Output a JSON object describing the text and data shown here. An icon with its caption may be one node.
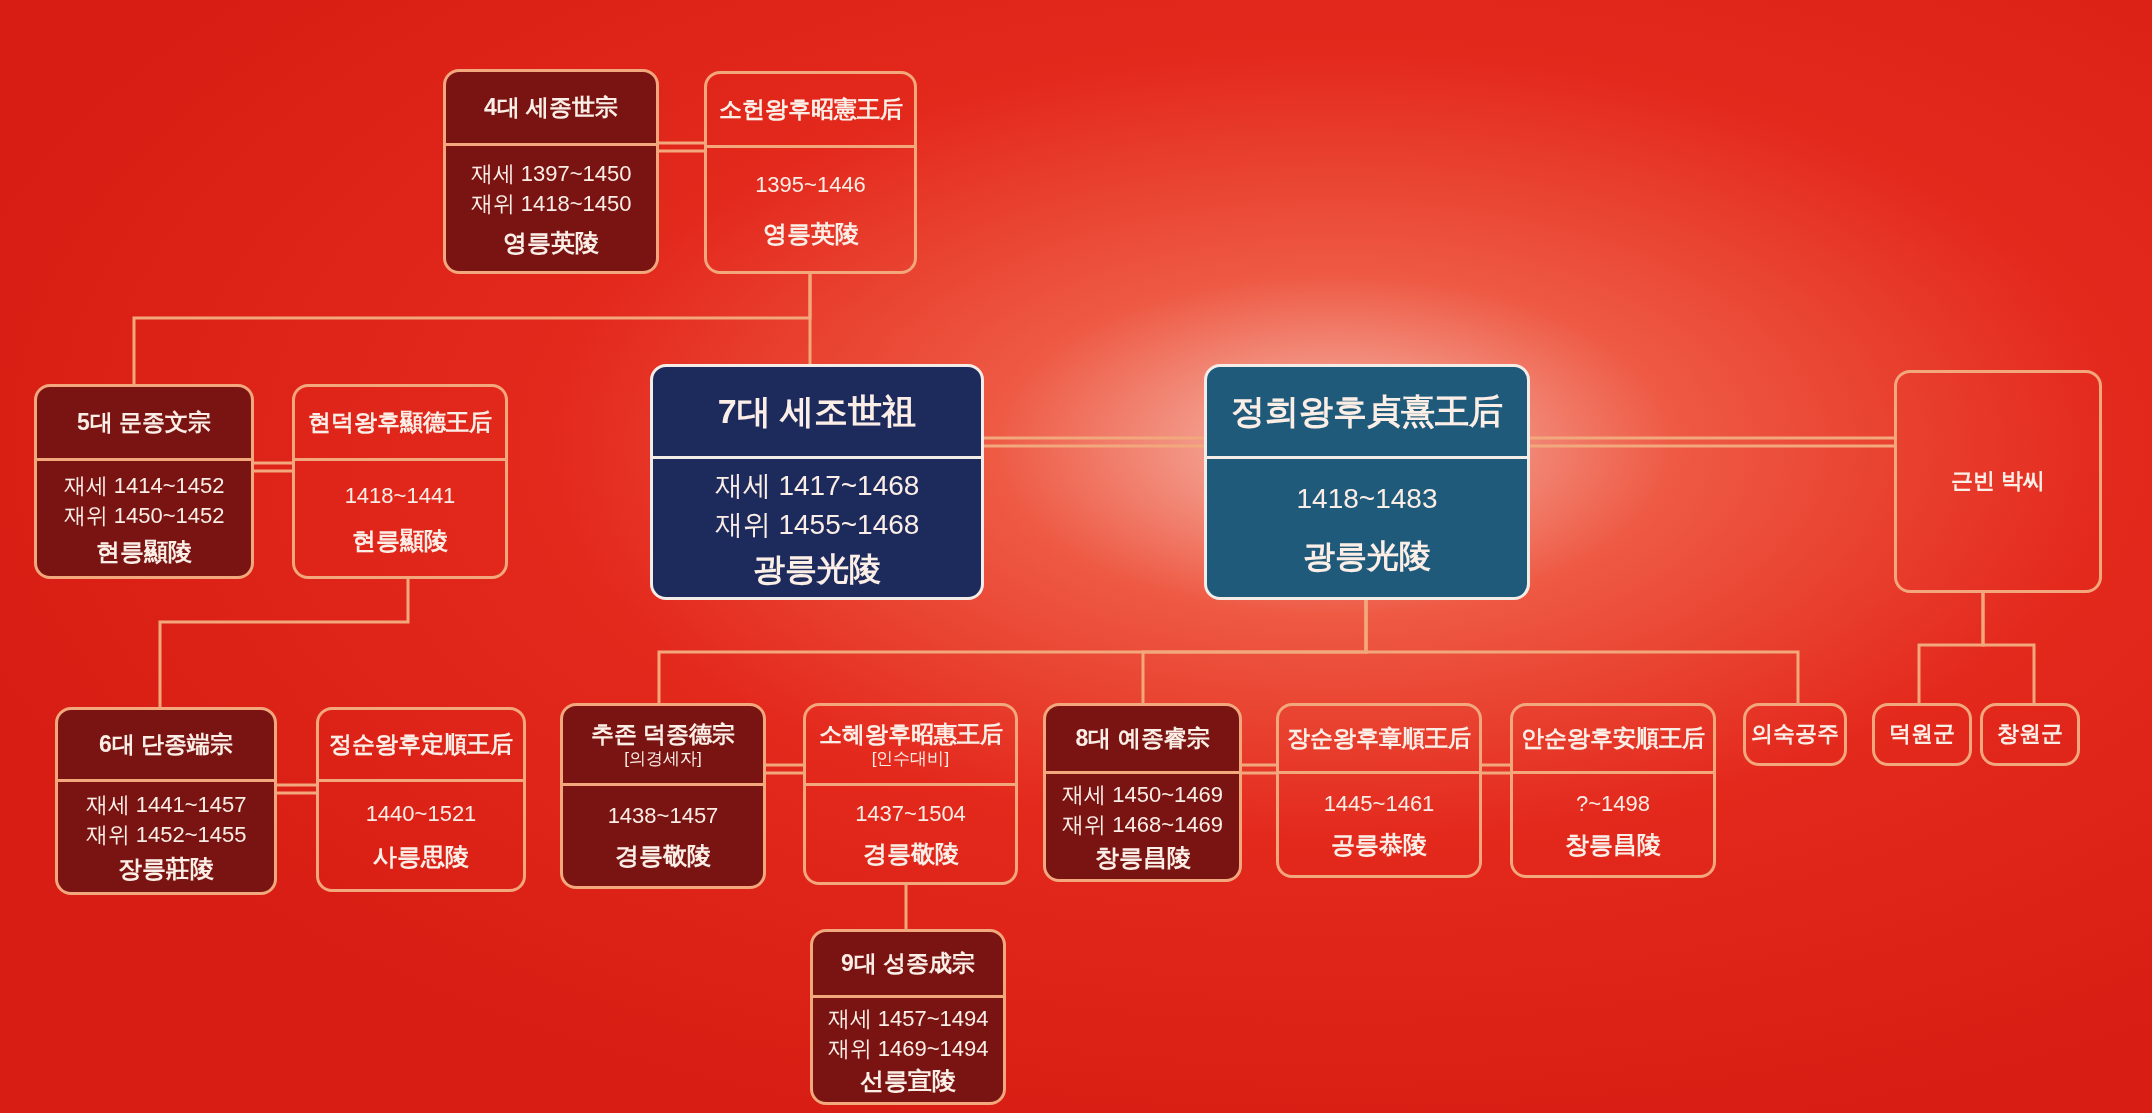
{
  "diagram": {
    "nodes": [
      {
        "text": [
          "4대 세종世宗",
          "재세 1397~1450",
          "재위 1418~1450",
          "영릉英陵"
        ]
      },
      {
        "text": [
          "소헌왕후昭憲王后",
          "1395~1446",
          "영릉英陵"
        ]
      },
      {
        "text": [
          "5대 문종文宗",
          "재세 1414~1452",
          "재위 1450~1452",
          "현릉顯陵"
        ]
      },
      {
        "text": [
          "현덕왕후顯德王后",
          "1418~1441",
          "현릉顯陵"
        ]
      },
      {
        "text": [
          "7대 세조世祖",
          "재세 1417~1468",
          "재위 1455~1468",
          "광릉光陵"
        ]
      },
      {
        "text": [
          "정희왕후貞熹王后",
          "1418~1483",
          "광릉光陵"
        ]
      },
      {
        "text": [
          "근빈 박씨"
        ]
      },
      {
        "text": [
          "6대 단종端宗",
          "재세 1441~1457",
          "재위 1452~1455",
          "장릉莊陵"
        ]
      },
      {
        "text": [
          "정순왕후定順王后",
          "1440~1521",
          "사릉思陵"
        ]
      },
      {
        "text": [
          "추존 덕종德宗",
          "[의경세자]",
          "1438~1457",
          "경릉敬陵"
        ]
      },
      {
        "text": [
          "소혜왕후昭惠王后",
          "[인수대비]",
          "1437~1504",
          "경릉敬陵"
        ]
      },
      {
        "text": [
          "8대 예종睿宗",
          "재세 1450~1469",
          "재위 1468~1469",
          "창릉昌陵"
        ]
      },
      {
        "text": [
          "장순왕후章順王后",
          "1445~1461",
          "공릉恭陵"
        ]
      },
      {
        "text": [
          "안순왕후安順王后",
          "?~1498",
          "창릉昌陵"
        ]
      },
      {
        "text": [
          "의숙공주"
        ]
      },
      {
        "text": [
          "덕원군"
        ]
      },
      {
        "text": [
          "창원군"
        ]
      },
      {
        "text": [
          "9대 성종成宗",
          "재세 1457~1494",
          "재위 1469~1494",
          "선릉宣陵"
        ]
      }
    ],
    "edges": [
      {
        "from": 0,
        "to": 1,
        "arrow": "none"
      },
      {
        "from": 1,
        "to": 2,
        "arrow": "none"
      },
      {
        "from": 1,
        "to": 4,
        "arrow": "none"
      },
      {
        "from": 2,
        "to": 3,
        "arrow": "none"
      },
      {
        "from": 3,
        "to": 7,
        "arrow": "none"
      },
      {
        "from": 7,
        "to": 8,
        "arrow": "none"
      },
      {
        "from": 4,
        "to": 5,
        "arrow": "none"
      },
      {
        "from": 5,
        "to": 6,
        "arrow": "none"
      },
      {
        "from": 5,
        "to": 9,
        "arrow": "none"
      },
      {
        "from": 5,
        "to": 11,
        "arrow": "none"
      },
      {
        "from": 5,
        "to": 14,
        "arrow": "none"
      },
      {
        "from": 9,
        "to": 10,
        "arrow": "none"
      },
      {
        "from": 10,
        "to": 17,
        "arrow": "none"
      },
      {
        "from": 11,
        "to": 12,
        "arrow": "none"
      },
      {
        "from": 12,
        "to": 13,
        "arrow": "none"
      },
      {
        "from": 6,
        "to": 15,
        "arrow": "none"
      },
      {
        "from": 6,
        "to": 16,
        "arrow": "none"
      }
    ]
  }
}
